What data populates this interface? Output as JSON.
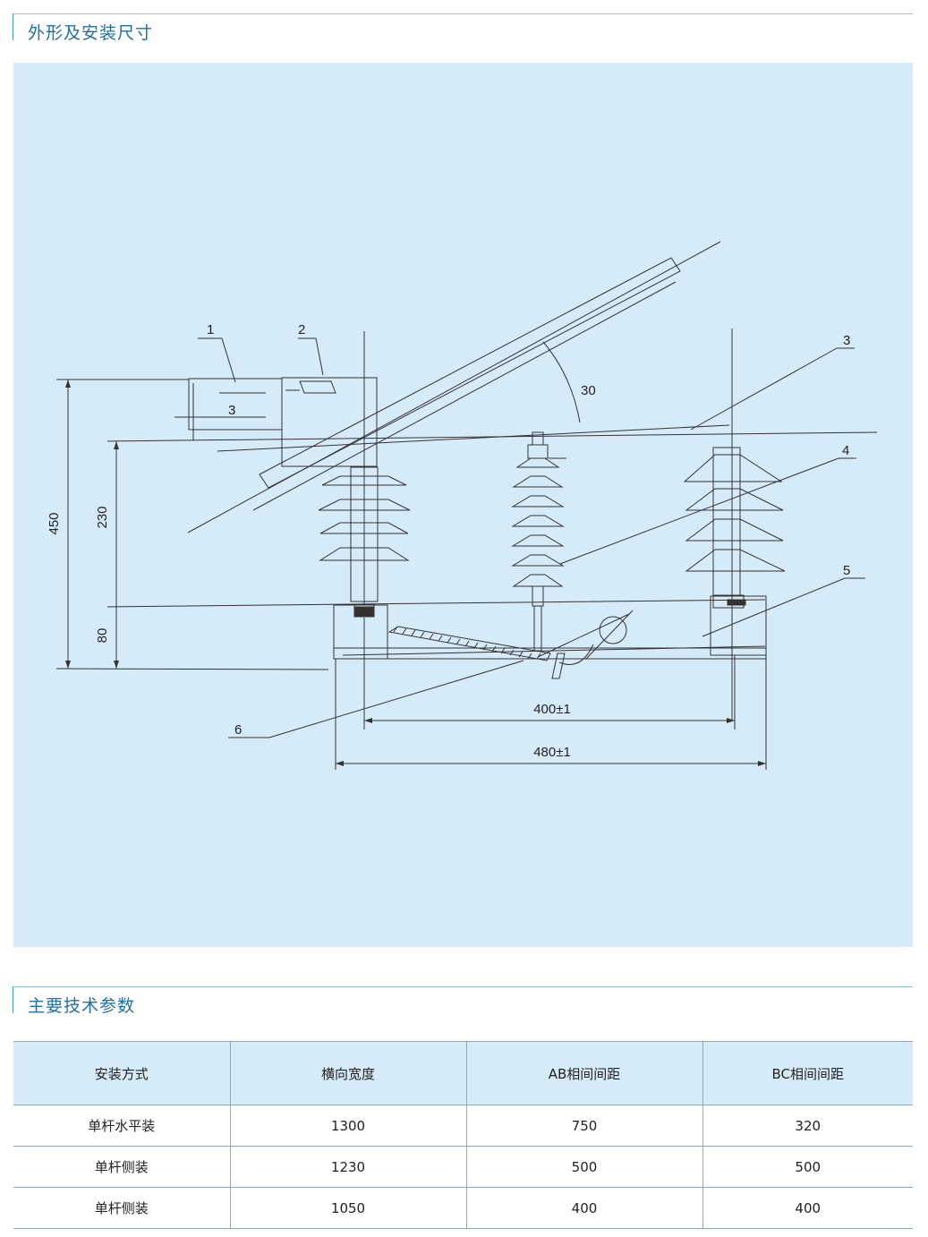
{
  "section1": {
    "title": "外形及安装尺寸"
  },
  "drawing": {
    "part_labels": [
      "1",
      "2",
      "3",
      "3",
      "4",
      "5",
      "6"
    ],
    "angle_label": "30",
    "dim_450": "450",
    "dim_230": "230",
    "dim_80": "80",
    "dim_400": "400±1",
    "dim_480": "480±1"
  },
  "section2": {
    "title": "主要技术参数"
  },
  "table": {
    "headers": [
      "安装方式",
      "横向宽度",
      "AB相间间距",
      "BC相间间距"
    ],
    "rows": [
      [
        "单杆水平装",
        "1300",
        "750",
        "320"
      ],
      [
        "单杆侧装",
        "1230",
        "500",
        "500"
      ],
      [
        "单杆侧装",
        "1050",
        "400",
        "400"
      ]
    ]
  }
}
